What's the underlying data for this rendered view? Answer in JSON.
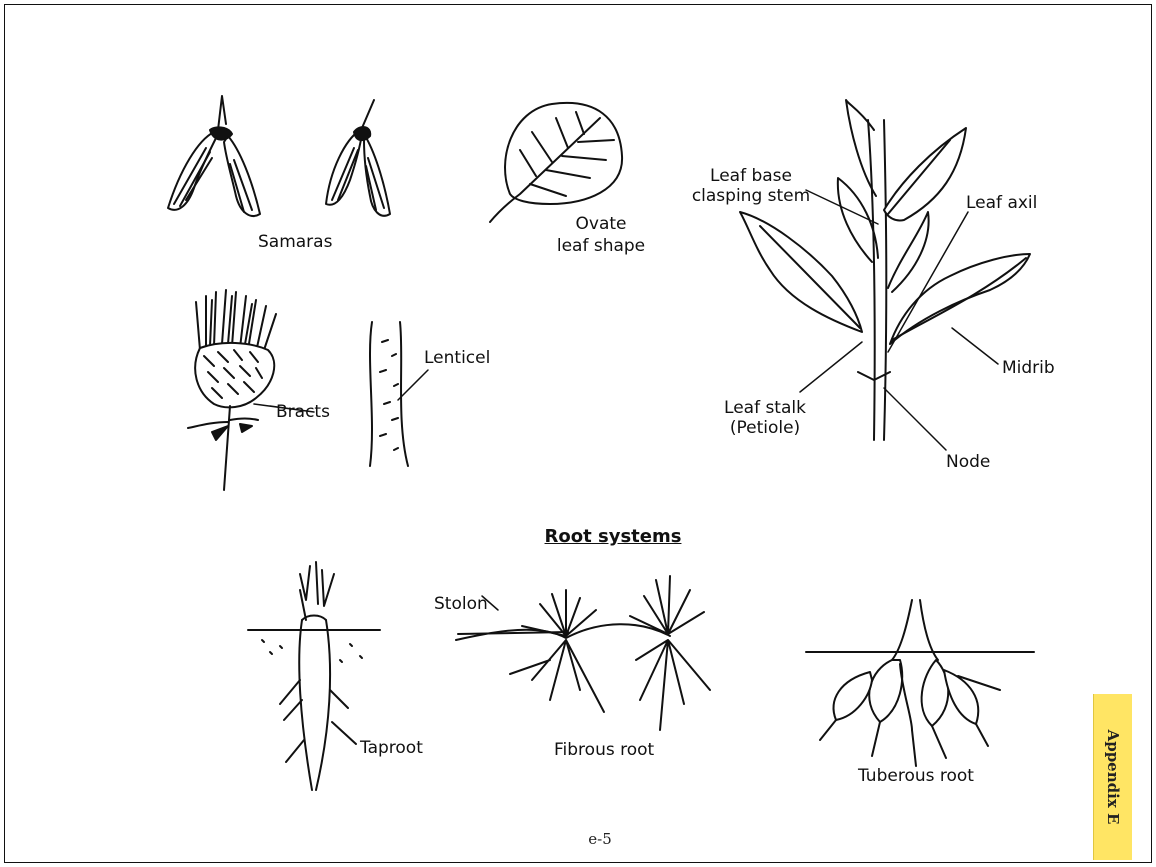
{
  "labels": {
    "samaras": "Samaras",
    "ovate_line1": "Ovate",
    "ovate_line2": "leaf shape",
    "leaf_base_line1": "Leaf base",
    "leaf_base_line2": "clasping stem",
    "leaf_axil": "Leaf axil",
    "midrib": "Midrib",
    "leaf_stalk_line1": "Leaf stalk",
    "leaf_stalk_line2": "(Petiole)",
    "node": "Node",
    "lenticel": "Lenticel",
    "bracts": "Bracts",
    "stolon": "Stolon",
    "taproot": "Taproot",
    "fibrous_root": "Fibrous root",
    "tuberous_root": "Tuberous root"
  },
  "section_heading": "Root systems",
  "page_number": "e-5",
  "appendix_tab": {
    "label": "Appendix E",
    "color": "#ffe564"
  }
}
